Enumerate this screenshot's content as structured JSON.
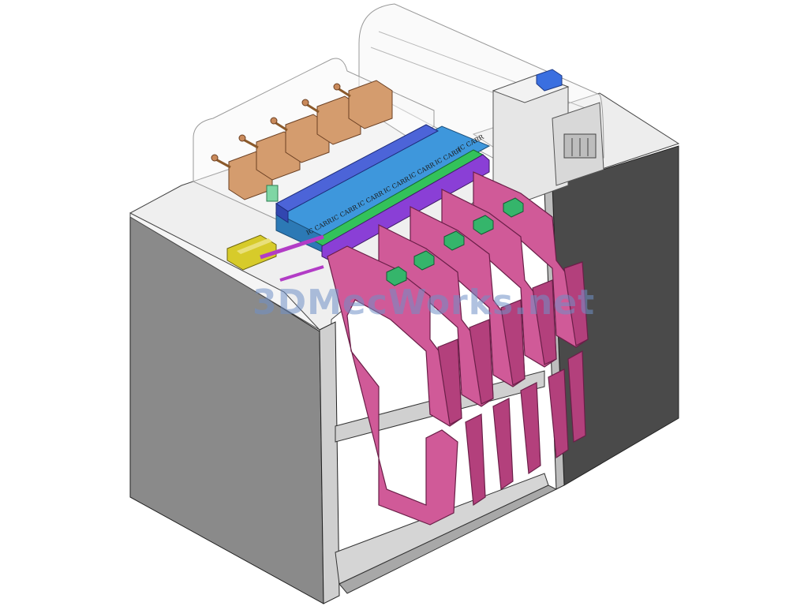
{
  "watermark": "3DMecWorks.net",
  "tray_labels": [
    "IC CARR",
    "IC CARR",
    "IC CARR",
    "IC CARR",
    "IC CARR",
    "IC CARR",
    "IC CARR"
  ],
  "colors": {
    "cabinet_front": "#8c8c8c",
    "cabinet_side": "#4e4e4e",
    "cabinet_top": "#efefef",
    "slide_pink": "#d05a98",
    "rail_blue": "#4c64d8",
    "rail_purple": "#8a3fd6",
    "rail_green": "#33c25a",
    "tray_blue": "#3e97dc",
    "cylinder_copper": "#d49c6e",
    "connector_green": "#35b56b",
    "block_yellow": "#d7cb2a"
  }
}
